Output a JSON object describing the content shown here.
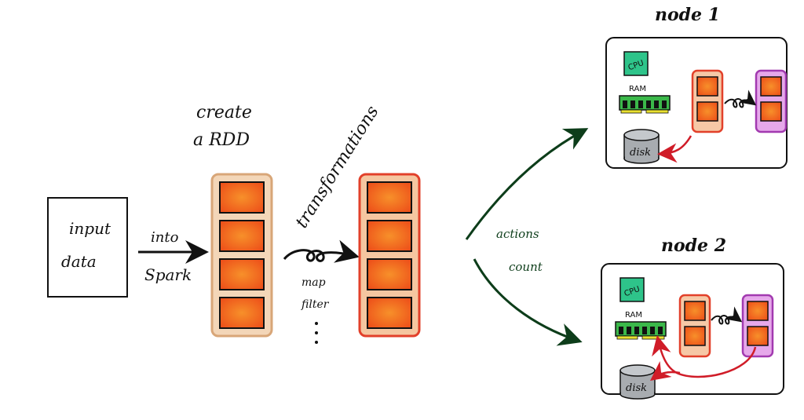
{
  "input_box": {
    "line1": "input",
    "line2": "data"
  },
  "arrow_into": {
    "line1": "into",
    "line2": "Spark"
  },
  "rdd_caption": {
    "line1": "create",
    "line2": "a RDD"
  },
  "transformations": {
    "label": "transformations",
    "examples": [
      "map",
      "filter"
    ],
    "ellipsis": "⋮"
  },
  "actions": {
    "label": "actions",
    "example": "count"
  },
  "nodes": [
    {
      "title": "node 1",
      "cpu": "CPU",
      "ram": "RAM",
      "disk": "disk"
    },
    {
      "title": "node 2",
      "cpu": "CPU",
      "ram": "RAM",
      "disk": "disk"
    }
  ],
  "rdd_partitions": 4,
  "node_partitions": 2,
  "colors": {
    "partition_fill": "#f2601e",
    "rdd_border_1": "#d8a678",
    "rdd_border_2": "#e2402a",
    "cpu": "#2ec48a",
    "ram": "#3bb84a",
    "ram_pins": "#e8e030",
    "disk": "#a8acb0",
    "purple_container": "#e6a8ea",
    "purple_border": "#a23ab0",
    "red_arrow": "#d01c28",
    "action_arrow": "#0d3d1a"
  }
}
